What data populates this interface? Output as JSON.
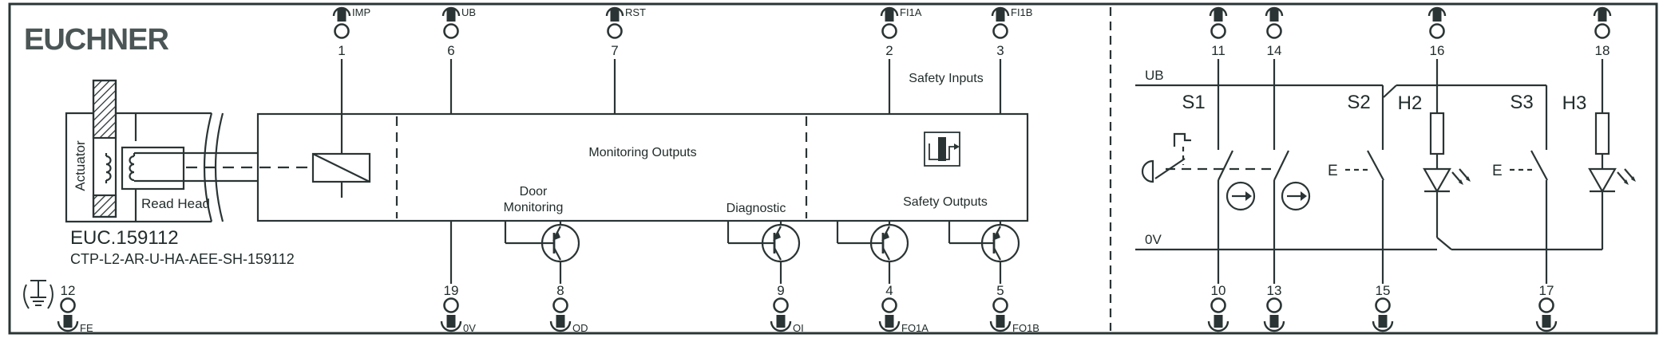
{
  "brand": {
    "logo": "EUCHNER"
  },
  "device": {
    "order_code": "EUC.159112",
    "type_code": "CTP-L2-AR-U-HA-AEE-SH-159112",
    "actuator_label": "Actuator",
    "read_head_label": "Read Head"
  },
  "sections": {
    "monitoring_outputs": "Monitoring Outputs",
    "door_line1": "Door",
    "door_line2": "Monitoring",
    "diagnostic": "Diagnostic",
    "safety_outputs": "Safety Outputs",
    "safety_inputs": "Safety Inputs"
  },
  "external": {
    "ub_rail": "UB",
    "zero_v_rail": "0V",
    "s1": "S1",
    "s2": "S2",
    "s3": "S3",
    "h2": "H2",
    "h3": "H3",
    "e1": "E",
    "e2": "E"
  },
  "terminals": {
    "top": [
      {
        "number": "1",
        "label": "IMP"
      },
      {
        "number": "6",
        "label": "UB"
      },
      {
        "number": "7",
        "label": "RST"
      },
      {
        "number": "2",
        "label": "FI1A"
      },
      {
        "number": "3",
        "label": "FI1B"
      },
      {
        "number": "11",
        "label": ""
      },
      {
        "number": "14",
        "label": ""
      },
      {
        "number": "16",
        "label": ""
      },
      {
        "number": "18",
        "label": ""
      }
    ],
    "bottom": [
      {
        "number": "12",
        "label": "FE"
      },
      {
        "number": "19",
        "label": "0V"
      },
      {
        "number": "8",
        "label": "OD"
      },
      {
        "number": "9",
        "label": "OI"
      },
      {
        "number": "4",
        "label": "FO1A"
      },
      {
        "number": "5",
        "label": "FO1B"
      },
      {
        "number": "10",
        "label": ""
      },
      {
        "number": "13",
        "label": ""
      },
      {
        "number": "15",
        "label": ""
      },
      {
        "number": "17",
        "label": ""
      }
    ]
  },
  "colors": {
    "line": "#2b3434",
    "text": "#222c2c",
    "logo": "#4b5555",
    "background": "#ffffff"
  }
}
